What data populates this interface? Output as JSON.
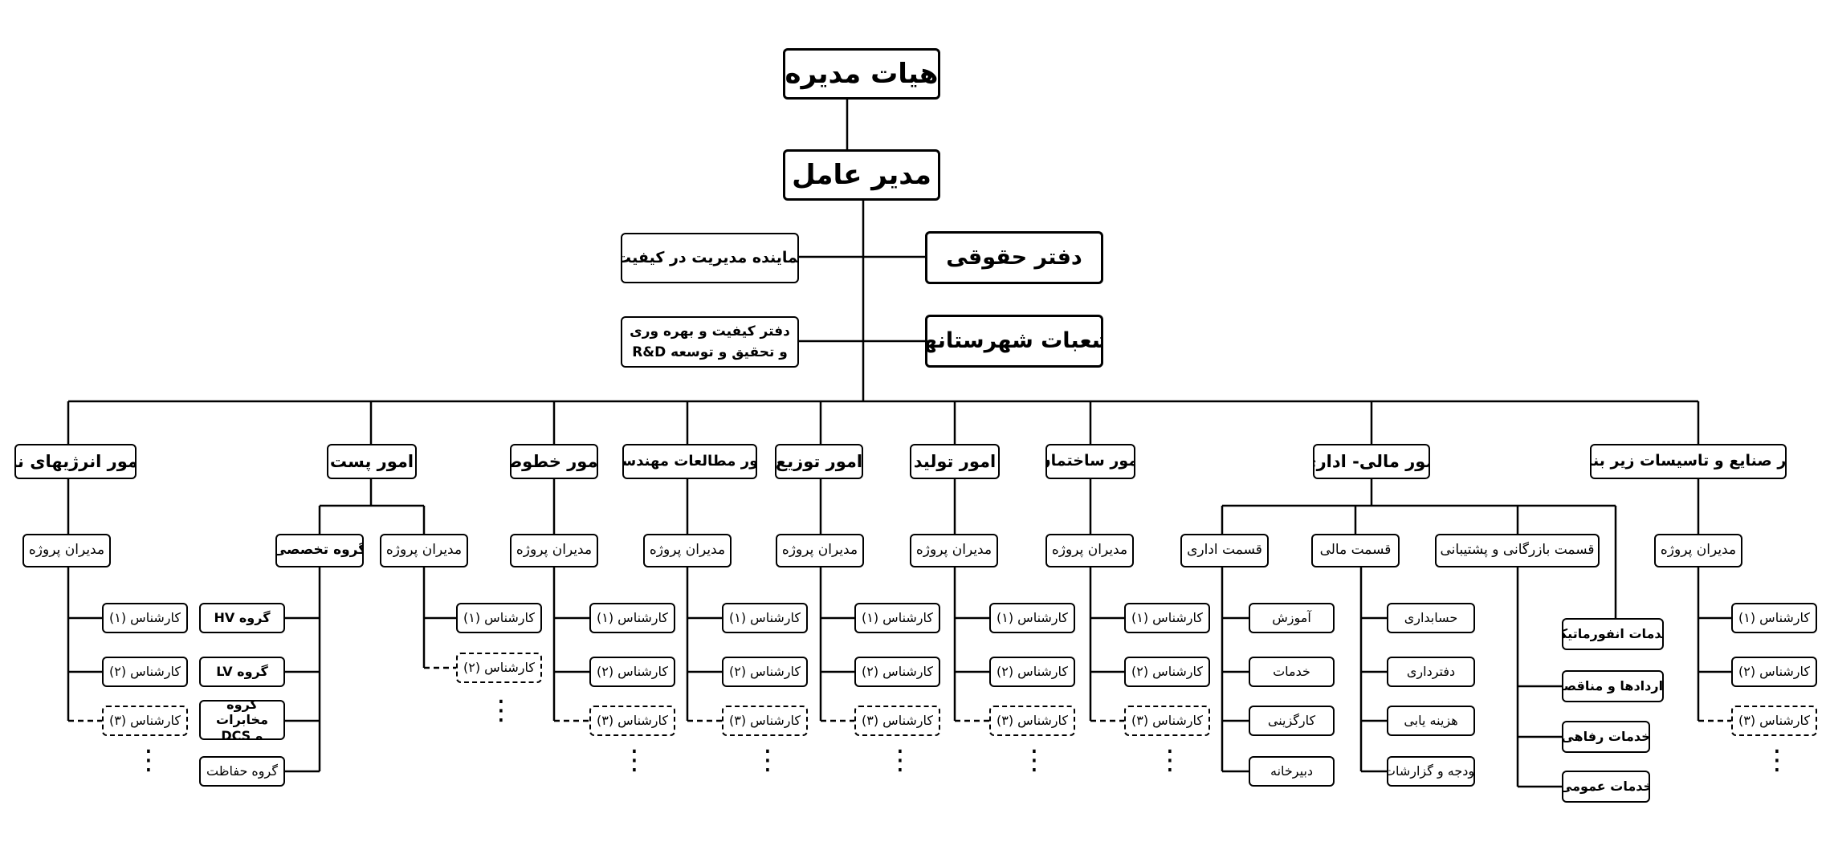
{
  "top": {
    "board": "هیات مدیره",
    "ceo": "مدیر عامل",
    "quality_rep": "نماینده مدیریت در کیفیت",
    "legal": "دفتر حقوقی",
    "quality_office": "دفتر کیفیت و بهره وری\nو تحقیق و توسعه R&D",
    "branches": "شعبات شهرستانها"
  },
  "departments": {
    "renewables": "امور انرژیهای نو",
    "post": "امور پست",
    "lines": "امور خطوط",
    "engineering": "امور مطالعات مهندسی",
    "distribution": "امور توزیع",
    "production": "امور تولید",
    "construction": "امور ساختمان",
    "finance_admin": "امور مالی- اداری",
    "industries": "امور صنایع و تاسیسات زیر بنایی"
  },
  "common": {
    "project_managers": "مدیران پروژه",
    "expert1": "کارشناس (۱)",
    "expert2": "کارشناس (۲)",
    "expert3": "کارشناس (۳)",
    "ellipsis": "⋮"
  },
  "post": {
    "specialist_group": "گروه تخصصی",
    "hv": "گروه HV",
    "lv": "گروه LV",
    "telecom": "گروه مخابرات\nو DCS",
    "protection": "گروه حفاظت"
  },
  "finance": {
    "admin_section": "قسمت اداری",
    "finance_section": "قسمت مالی",
    "commerce_section": "قسمت بازرگانی و پشتیبانی",
    "training": "آموزش",
    "services": "خدمات",
    "hr": "کارگزینی",
    "secretariat": "دبیرخانه",
    "accounting": "حسابداری",
    "bookkeeping": "دفترداری",
    "costing": "هزینه یابی",
    "budget": "بودجه و گزارشات",
    "it_services": "خدمات انفورماتیک",
    "contracts": "قراردادها و مناقصات",
    "welfare": "خدمات رفاهی",
    "public_services": "خدمات عمومی"
  }
}
